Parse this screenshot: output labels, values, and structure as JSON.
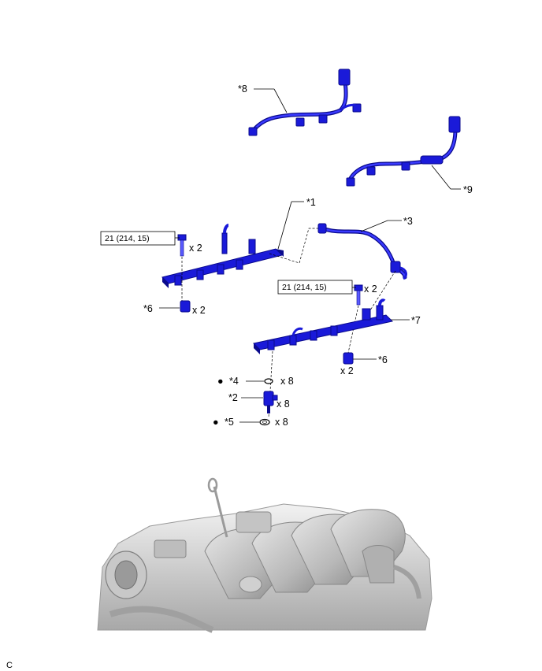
{
  "colors": {
    "part": "#1a1ad9",
    "part_dark": "#0a0a8c",
    "part_light": "#5a5aff",
    "engine": "#cfcfcf",
    "line": "#000000"
  },
  "callouts": {
    "c8": "*8",
    "c9": "*9",
    "c1": "*1",
    "c3": "*3",
    "c7": "*7",
    "c6a": "*6",
    "c6b": "*6",
    "c4": "*4",
    "c2": "*2",
    "c5": "*5"
  },
  "torque": {
    "left": "21 (214, 15)",
    "right": "21 (214, 15)"
  },
  "quantities": {
    "bolt_left": "x 2",
    "bolt_right": "x 2",
    "collar_left": "x 2",
    "collar_right": "x 2",
    "oring": "x 8",
    "injector": "x 8",
    "insulator": "x 8"
  },
  "markers": {
    "new_part_4": "●",
    "new_part_5": "●"
  },
  "footer": {
    "code": "C"
  }
}
